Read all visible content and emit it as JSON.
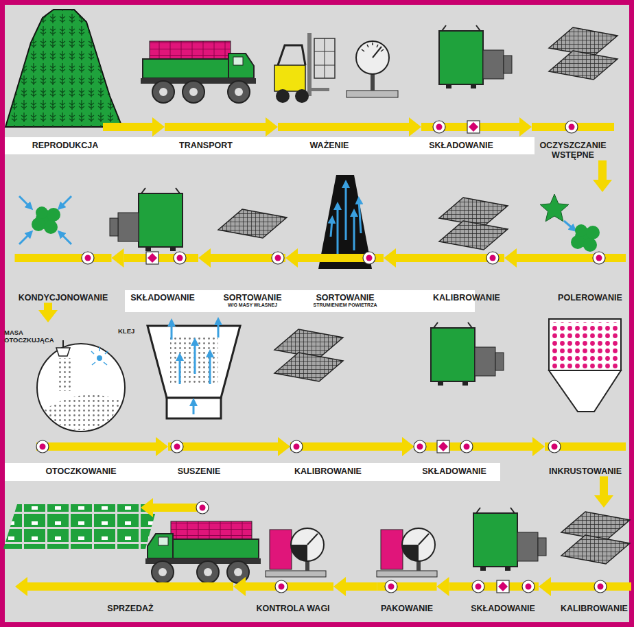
{
  "diagram": {
    "nodes": [
      {
        "text": [
          "REPRODUKCJA"
        ]
      },
      {
        "text": [
          "TRANSPORT"
        ]
      },
      {
        "text": [
          "WAŻENIE"
        ]
      },
      {
        "text": [
          "SKŁADOWANIE"
        ]
      },
      {
        "text": [
          "OCZYSZCZANIE WSTĘPNE"
        ]
      },
      {
        "text": [
          "POLEROWANIE"
        ]
      },
      {
        "text": [
          "KALIBROWANIE"
        ]
      },
      {
        "text": [
          "SORTOWANIE",
          "STRUMIENIEM POWIETRZA"
        ]
      },
      {
        "text": [
          "SORTOWANIE",
          "W/G MASY WŁASNEJ"
        ]
      },
      {
        "text": [
          "SKŁADOWANIE"
        ]
      },
      {
        "text": [
          "KONDYCJONOWANIE"
        ]
      },
      {
        "text": [
          "OTOCZKOWANIE"
        ]
      },
      {
        "text": [
          "SUSZENIE"
        ]
      },
      {
        "text": [
          "KALIBROWANIE"
        ]
      },
      {
        "text": [
          "SKŁADOWANIE"
        ]
      },
      {
        "text": [
          "INKRUSTOWANIE"
        ]
      },
      {
        "text": [
          "KALIBROWANIE"
        ]
      },
      {
        "text": [
          "SKŁADOWANIE"
        ]
      },
      {
        "text": [
          "PAKOWANIE"
        ]
      },
      {
        "text": [
          "KONTROLA WAGI"
        ]
      },
      {
        "text": [
          "SPRZEDAŻ"
        ]
      }
    ],
    "edges": [
      {
        "from": 0,
        "to": 1,
        "arrow": "to"
      },
      {
        "from": 1,
        "to": 2,
        "arrow": "to"
      },
      {
        "from": 2,
        "to": 3,
        "arrow": "to"
      },
      {
        "from": 3,
        "to": 4,
        "arrow": "to"
      },
      {
        "from": 4,
        "to": 5,
        "arrow": "to"
      },
      {
        "from": 5,
        "to": 6,
        "arrow": "to"
      },
      {
        "from": 6,
        "to": 7,
        "arrow": "to"
      },
      {
        "from": 7,
        "to": 8,
        "arrow": "to"
      },
      {
        "from": 8,
        "to": 9,
        "arrow": "to"
      },
      {
        "from": 9,
        "to": 10,
        "arrow": "to"
      },
      {
        "from": 10,
        "to": 11,
        "arrow": "to"
      },
      {
        "from": 11,
        "to": 12,
        "arrow": "to"
      },
      {
        "from": 12,
        "to": 13,
        "arrow": "to"
      },
      {
        "from": 13,
        "to": 14,
        "arrow": "to"
      },
      {
        "from": 14,
        "to": 15,
        "arrow": "to"
      },
      {
        "from": 15,
        "to": 16,
        "arrow": "to"
      },
      {
        "from": 16,
        "to": 17,
        "arrow": "to"
      },
      {
        "from": 17,
        "to": 18,
        "arrow": "to"
      },
      {
        "from": 18,
        "to": 19,
        "arrow": "to"
      },
      {
        "from": 19,
        "to": 20,
        "arrow": "to"
      }
    ],
    "labels": [
      "MASA OTOCZKUJĄCA",
      "KLEJ"
    ]
  }
}
